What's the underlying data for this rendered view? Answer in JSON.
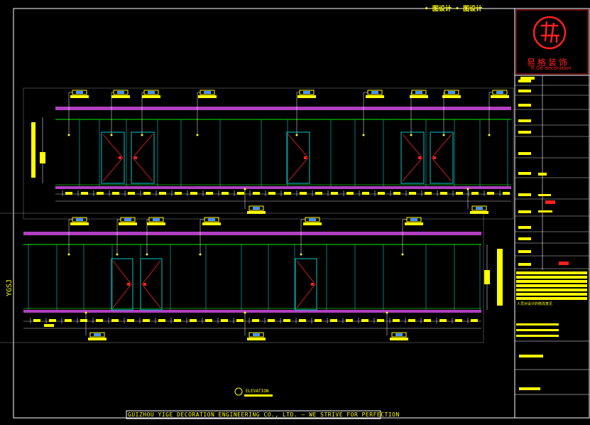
{
  "header": {
    "labels": "• 图设计   • 图设计"
  },
  "logo": {
    "name_cn": "易格装饰",
    "name_en": "Yi Ge decoration"
  },
  "footer": {
    "text": "GUIZHOU YIGE DECORATION ENGINEERING CO., LTD. — WE STRIVE FOR PERFECTION"
  },
  "drawing": {
    "elevation_title": "ELEVATION",
    "side_mark": "YGSJ",
    "titleblock_note": "人员对设计的修改意见"
  },
  "colors": {
    "background": "#000000",
    "annotation": "#ffff00",
    "frame": "#ffffff",
    "cyan": "#00c8c8",
    "door_swing": "#ff2020",
    "ceiling_band": "#b040c0",
    "ceiling_line": "#00c000"
  }
}
